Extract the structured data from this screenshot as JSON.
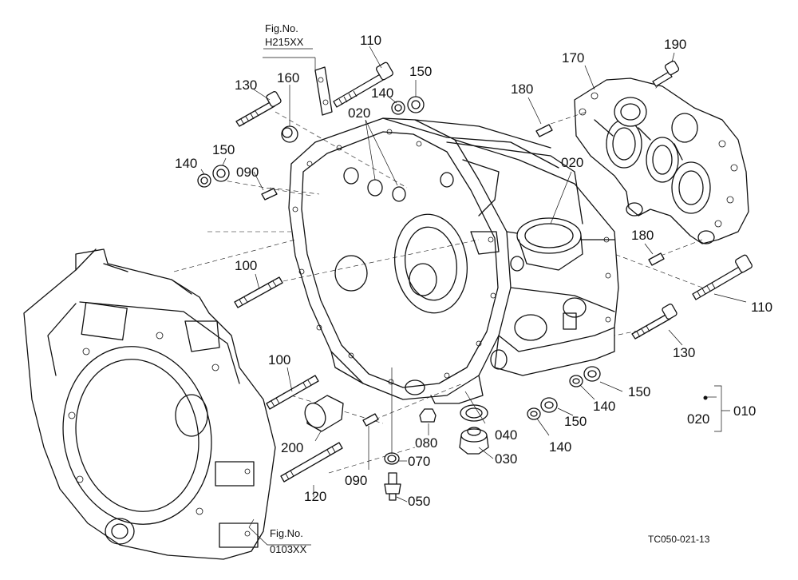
{
  "diagram": {
    "fig_refs": [
      {
        "title": "Fig.No.",
        "number": "H215XX"
      },
      {
        "title": "Fig.No.",
        "number": "0103XX"
      }
    ],
    "drawing_code": "TC050-021-13",
    "callouts": [
      {
        "id": "c110a",
        "label": "110"
      },
      {
        "id": "c130a",
        "label": "130"
      },
      {
        "id": "c160",
        "label": "160"
      },
      {
        "id": "c140a",
        "label": "140"
      },
      {
        "id": "c150a",
        "label": "150"
      },
      {
        "id": "c020a",
        "label": "020"
      },
      {
        "id": "c140b",
        "label": "140"
      },
      {
        "id": "c150b",
        "label": "150"
      },
      {
        "id": "c090a",
        "label": "090"
      },
      {
        "id": "c180a",
        "label": "180"
      },
      {
        "id": "c170",
        "label": "170"
      },
      {
        "id": "c190",
        "label": "190"
      },
      {
        "id": "c020b",
        "label": "020"
      },
      {
        "id": "c180b",
        "label": "180"
      },
      {
        "id": "c100a",
        "label": "100"
      },
      {
        "id": "c110b",
        "label": "110"
      },
      {
        "id": "c130b",
        "label": "130"
      },
      {
        "id": "c100b",
        "label": "100"
      },
      {
        "id": "c150c",
        "label": "150"
      },
      {
        "id": "c140c",
        "label": "140"
      },
      {
        "id": "c150d",
        "label": "150"
      },
      {
        "id": "c140d",
        "label": "140"
      },
      {
        "id": "c010",
        "label": "010"
      },
      {
        "id": "c020c",
        "label": "020"
      },
      {
        "id": "c080",
        "label": "080"
      },
      {
        "id": "c040",
        "label": "040"
      },
      {
        "id": "c030",
        "label": "030"
      },
      {
        "id": "c070",
        "label": "070"
      },
      {
        "id": "c200",
        "label": "200"
      },
      {
        "id": "c090b",
        "label": "090"
      },
      {
        "id": "c120",
        "label": "120"
      },
      {
        "id": "c050",
        "label": "050"
      }
    ]
  }
}
